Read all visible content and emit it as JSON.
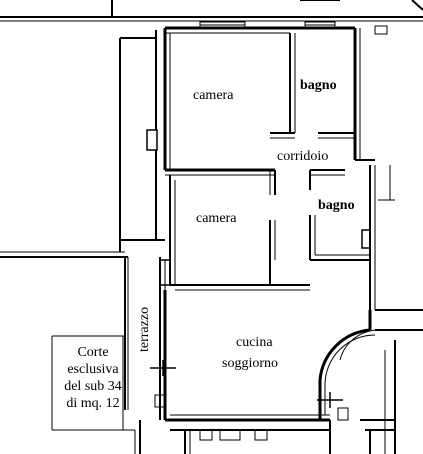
{
  "rooms": {
    "camera_top": "camera",
    "bagno_top": "bagno",
    "corridoio": "corridoio",
    "camera_mid": "camera",
    "bagno_mid": "bagno",
    "terrazzo": "terrazzo",
    "cucina": "cucina",
    "soggiorno": "soggiorno"
  },
  "corte": {
    "line1": "Corte",
    "line2": "esclusiva",
    "line3": "del sub 34",
    "line4": "di mq. 12"
  }
}
